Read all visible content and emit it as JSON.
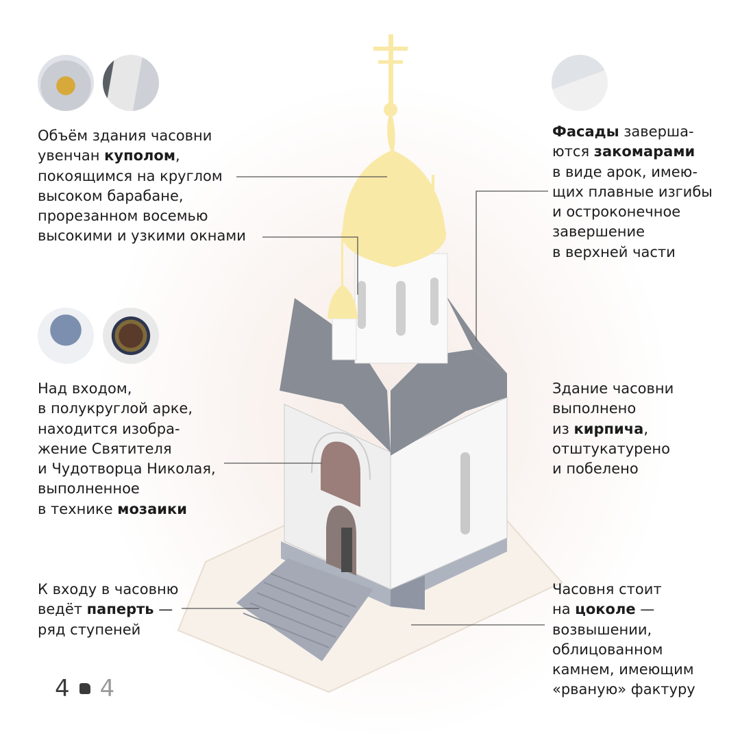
{
  "annotations": {
    "dome": {
      "l1": "Объём здания часовни",
      "l2a": "увенчан ",
      "l2b": "куполом",
      ",": ",",
      "l3": "покоящимся на круглом",
      "l4": "высоком барабане,",
      "l5": "прорезанном восемью",
      "l6": "высокими и узкими окнами"
    },
    "facades": {
      "l1a": "Фасады",
      "l1b": " заверша-",
      "l2a": "ются ",
      "l2b": "закомарами",
      "l3": "в виде арок, имею-",
      "l4": "щих плавные изгибы",
      "l5": "и остроконечное",
      "l6": "завершение",
      "l7": "в верхней части"
    },
    "mosaic": {
      "l1": "Над входом,",
      "l2": "в полукруглой арке,",
      "l3": "находится изобра-",
      "l4": "жение Святителя",
      "l5": "и Чудотворца Николая,",
      "l6": "выполненное",
      "l7a": "в технике ",
      "l7b": "мозаики"
    },
    "brick": {
      "l1": "Здание часовни",
      "l2": "выполнено",
      "l3a": "из ",
      "l3b": "кирпича",
      "l3c": ",",
      "l4": "отштукатурено",
      "l5": "и побелено"
    },
    "porch": {
      "l1": "К входу в часовню",
      "l2a": "ведёт ",
      "l2b": "паперть",
      "l2c": " —",
      "l3": "ряд ступеней"
    },
    "plinth": {
      "l1": "Часовня стоит",
      "l2a": "на ",
      "l2b": "цоколе",
      "l2c": " —",
      "l3": "возвышении,",
      "l4": "облицованном",
      "l5": "камнем, имеющим",
      "l6": "«рваную» фактуру"
    }
  },
  "pager": {
    "current": "4",
    "total": "4"
  },
  "colors": {
    "dome": "#f9e9a6",
    "roof": "#878c95",
    "wall": "#f3f3f3",
    "mosaic": "#9b7d79",
    "base": "#c3c8d3"
  }
}
